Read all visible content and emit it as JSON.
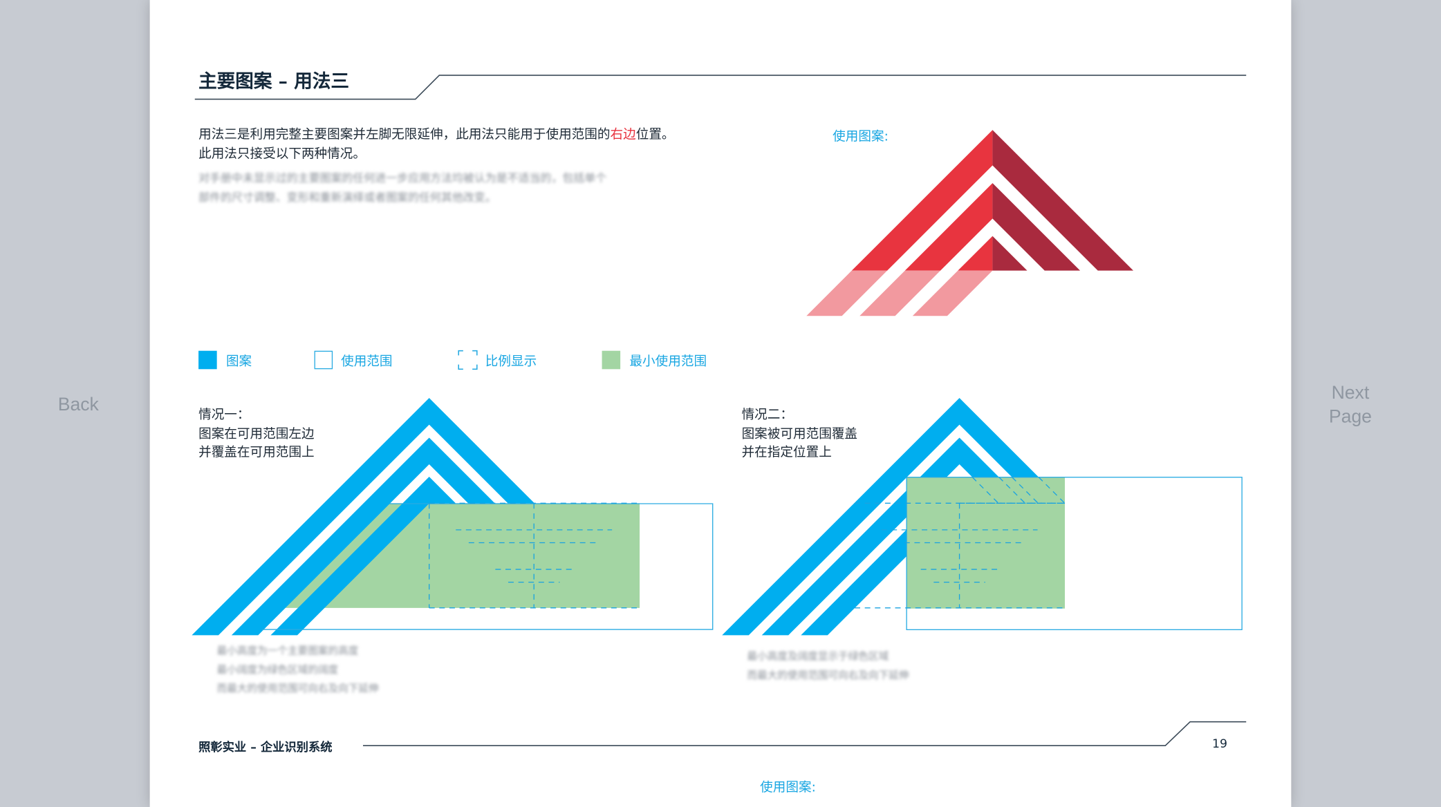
{
  "nav": {
    "back": "Back",
    "next_line1": "Next",
    "next_line2": "Page"
  },
  "header": {
    "title": "主要图案 – 用法三"
  },
  "intro": {
    "line1_a": "用法三是利用完整主要图案并左脚无限延伸，此用法只能用于使用范围的",
    "line1_highlight": "右边",
    "line1_b": "位置。",
    "line2": "此用法只接受以下两种情况。",
    "note_line1": "对手册中未显示过的主要图案的任何进一步应用方法均被认为是不适当的，包括单个",
    "note_line2": "部件的尺寸调整、变形和重新演绎或者图案的任何其他改变。"
  },
  "usage_label": "使用图案:",
  "legend": [
    {
      "label": "图案",
      "icon": "filled-square"
    },
    {
      "label": "使用范围",
      "icon": "outline-square"
    },
    {
      "label": "比例显示",
      "icon": "corner-brackets"
    },
    {
      "label": "最小使用范围",
      "icon": "green-square"
    }
  ],
  "case1": {
    "heading": "情况一：",
    "line1": "图案在可用范围左边",
    "line2": "并覆盖在可用范围上",
    "notes": [
      "最小高度为一个主要图案的高度",
      "最小阔度为绿色区域的阔度",
      "而最大的使用范围可向右及向下延伸"
    ]
  },
  "case2": {
    "heading": "情况二：",
    "line1": "图案被可用范围覆盖",
    "line2": "并在指定位置上",
    "notes": [
      "最小高度及阔度显示于绿色区域",
      "而最大的使用范围可向右及向下延伸"
    ]
  },
  "footer": {
    "brand": "照彰实业 – 企业识别系统",
    "page_number": "19"
  },
  "next_page_peek": {
    "label": "使用图案:"
  },
  "colors": {
    "accent": "#18a6e2",
    "pattern_blue": "#00aeef",
    "red": "#e8343f",
    "dark_red": "#a92a3e",
    "pink": "#f2999f",
    "green": "#a3d5a3",
    "text": "#1e2a36"
  }
}
